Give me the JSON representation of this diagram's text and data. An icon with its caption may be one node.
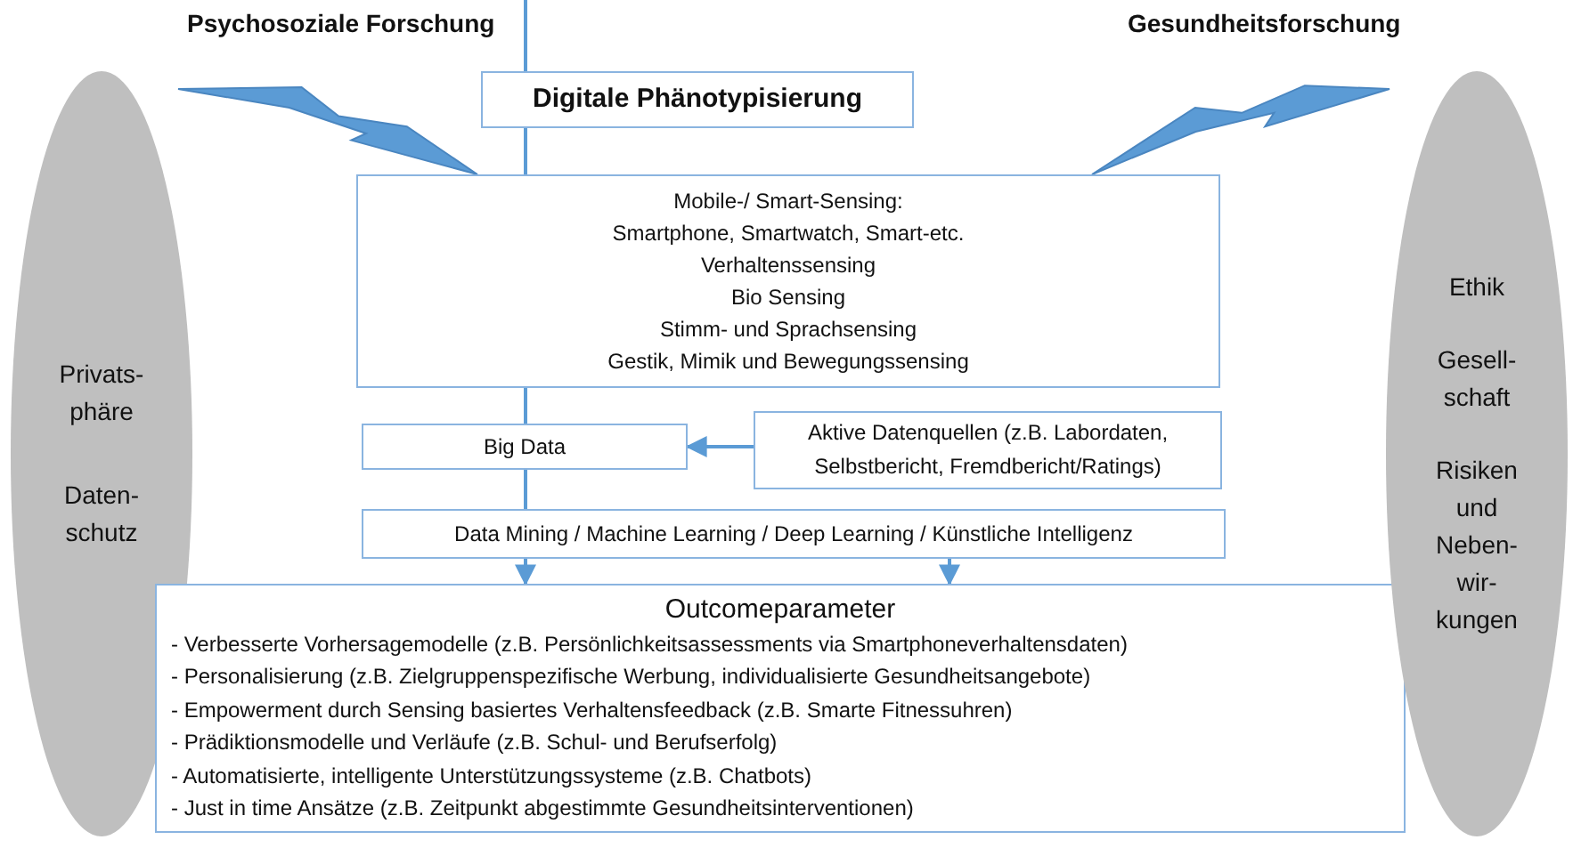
{
  "diagram": {
    "nodes": [
      {
        "text": [
          "Privats- phäre",
          "Daten- schutz"
        ]
      },
      {
        "text": [
          "Digitale Phänotypisierung"
        ]
      },
      {
        "text": [
          "Mobile-/ Smart-Sensing:",
          "Smartphone, Smartwatch, Smart-etc.",
          "Verhaltenssensing",
          "Bio Sensing",
          "Stimm- und Sprachsensing",
          "Gestik, Mimik und Bewegungssensing"
        ]
      },
      {
        "text": [
          "Big Data"
        ]
      },
      {
        "text": [
          "Aktive Datenquellen (z.B. Labordaten, Selbstbericht, Fremdbericht/Ratings)"
        ]
      },
      {
        "text": [
          "Data Mining / Machine Learning / Deep Learning / Künstliche Intelligenz"
        ]
      },
      {
        "text": [
          "Outcomeparameter",
          "- Verbesserte Vorhersagemodelle (z.B. Persönlichkeitsassessments via Smartphoneverhaltensdaten)",
          "- Personalisierung (z.B. Zielgruppenspezifische Werbung, individualisierte Gesundheitsangebote)",
          "- Empowerment durch Sensing basiertes Verhaltensfeedback (z.B. Smarte Fitnessuhren)",
          "- Prädiktionsmodelle und Verläufe (z.B. Schul- und Berufserfolg)",
          "- Automatisierte, intelligente Unterstützungssysteme  (z.B. Chatbots)",
          "- Just in time Ansätze (z.B. Zeitpunkt abgestimmte Gesundheitsinterventionen)"
        ]
      },
      {
        "text": [
          "Ethik",
          "Gesell- schaft",
          "Risiken und Neben- wir- kungen"
        ]
      }
    ],
    "edges": [
      {
        "from": null,
        "to": 1,
        "arrow": "none"
      },
      {
        "from": 0,
        "to": 2,
        "arrow": "none",
        "style": "thick"
      },
      {
        "from": 2,
        "to": 7,
        "arrow": "none",
        "style": "thick"
      },
      {
        "from": 1,
        "to": 2,
        "arrow": "none"
      },
      {
        "from": 2,
        "to": 3,
        "arrow": "none"
      },
      {
        "from": 4,
        "to": 3,
        "arrow": "to"
      },
      {
        "from": 3,
        "to": 5,
        "arrow": "none"
      },
      {
        "from": 5,
        "to": 6,
        "arrow": "to"
      },
      {
        "from": 5,
        "to": 6,
        "arrow": "to"
      }
    ],
    "labels": [
      "Psychosoziale Forschung",
      "Gesundheitsforschung"
    ]
  }
}
